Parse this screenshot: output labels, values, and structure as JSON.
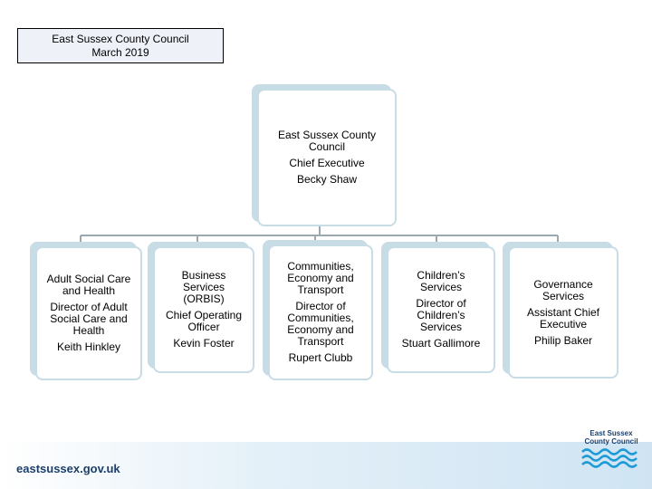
{
  "header": {
    "line1": "East Sussex County Council",
    "line2": "March 2019"
  },
  "top": {
    "org": "East Sussex County Council",
    "role": "Chief Executive",
    "name": "Becky Shaw"
  },
  "children": [
    {
      "dept": "Adult Social Care and Health",
      "role": "Director of Adult Social Care and Health",
      "name": "Keith Hinkley"
    },
    {
      "dept": "Business Services (ORBIS)",
      "role": "Chief Operating Officer",
      "name": "Kevin Foster"
    },
    {
      "dept": "Communities, Economy and Transport",
      "role": "Director of Communities, Economy and Transport",
      "name": "Rupert Clubb"
    },
    {
      "dept": "Children’s Services",
      "role": "Director of Children’s Services",
      "name": "Stuart Gallimore"
    },
    {
      "dept": "Governance Services",
      "role": "Assistant Chief Executive",
      "name": "Philip Baker"
    }
  ],
  "footer": {
    "url": "eastsussex.gov.uk",
    "logo_text": "East Sussex County Council"
  },
  "colors": {
    "box_border": "#c8dce6",
    "connector": "#9aa8b0",
    "brand": "#1b3f6b",
    "logo_wave": "#1e9ad6"
  }
}
